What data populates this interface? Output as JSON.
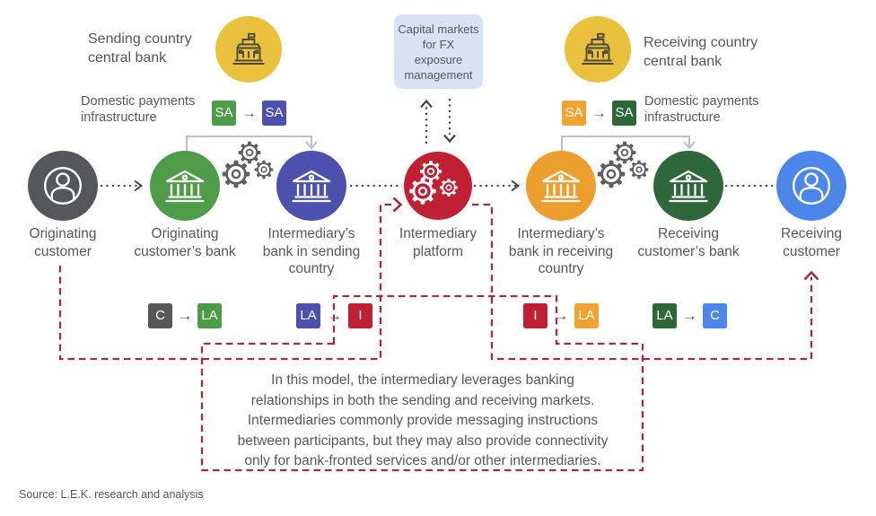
{
  "header": {
    "sending_central_bank": "Sending country central bank",
    "receiving_central_bank": "Receiving country central bank",
    "capital_markets": "Capital markets for FX exposure management",
    "domestic_left": "Domestic payments infrastructure",
    "domestic_right": "Domestic payments infrastructure"
  },
  "glyphs": {
    "arrow_right": "→"
  },
  "sa_flows": [
    {
      "from": {
        "label": "SA",
        "color": "#4f9c48"
      },
      "to": {
        "label": "SA",
        "color": "#4d50ad"
      }
    },
    {
      "from": {
        "label": "SA",
        "color": "#f0a330"
      },
      "to": {
        "label": "SA",
        "color": "#2e673a"
      }
    }
  ],
  "nodes": [
    {
      "label": "Originating customer",
      "icon": "person",
      "color": "#55585b"
    },
    {
      "label": "Originating customer’s bank",
      "icon": "bank",
      "color": "#4f9c48"
    },
    {
      "label": "Intermediary’s bank in sending country",
      "icon": "bank",
      "color": "#4d50ad"
    },
    {
      "label": "Intermediary platform",
      "icon": "gears",
      "color": "#bf2033"
    },
    {
      "label": "Intermediary’s bank in receiving country",
      "icon": "bank",
      "color": "#ec9e2e"
    },
    {
      "label": "Receiving customer’s bank",
      "icon": "bank",
      "color": "#2e673a"
    },
    {
      "label": "Receiving customer",
      "icon": "person",
      "color": "#4d86e9"
    }
  ],
  "flow_badges": [
    {
      "from": {
        "label": "C",
        "color": "#55585b"
      },
      "to": {
        "label": "LA",
        "color": "#4f9c48"
      }
    },
    {
      "from": {
        "label": "LA",
        "color": "#4d50ad"
      },
      "to": {
        "label": "I",
        "color": "#bf2033"
      }
    },
    {
      "from": {
        "label": "I",
        "color": "#bf2033"
      },
      "to": {
        "label": "LA",
        "color": "#f0a330"
      }
    },
    {
      "from": {
        "label": "LA",
        "color": "#2e673a"
      },
      "to": {
        "label": "C",
        "color": "#4d86e9"
      }
    }
  ],
  "annotation": {
    "lines": [
      "In this model, the intermediary leverages banking",
      "relationships in both the sending and receiving markets.",
      "Intermediaries commonly provide messaging instructions",
      "between participants, but they may also provide connectivity",
      "only for bank-fronted services and/or other intermediaries."
    ]
  },
  "source": "Source: L.E.K. research and analysis",
  "colors": {
    "yellow": "#e9c13c",
    "panel_blue": "#d9e2f5",
    "dashed_red": "#a12e3d",
    "line_gray": "#bdbebf",
    "dot_dark": "#404448",
    "gear_gray": "#5c5e60",
    "text": "#54575a",
    "icon_dark": "#4a4a3f",
    "white": "#ffffff"
  }
}
